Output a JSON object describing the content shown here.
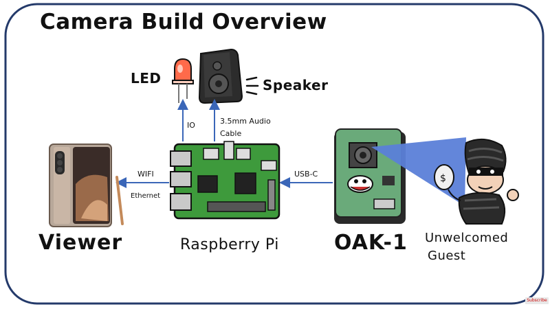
{
  "title": "Camera Build Overview",
  "nodes": {
    "led": "LED",
    "speaker": "Speaker",
    "viewer": "Viewer",
    "raspberry_pi": "Raspberry Pi",
    "oak1": "OAK-1",
    "guest_line1": "Unwelcomed",
    "guest_line2": "Guest"
  },
  "edges": {
    "io": "IO",
    "audio_line1": "3.5mm Audio",
    "audio_line2": "Cable",
    "wifi": "WIFI",
    "ethernet": "Ethernet",
    "usbc": "USB-C"
  },
  "badge": "Subscribe",
  "colors": {
    "frame_border": "#243a6a",
    "arrow": "#3a66b8",
    "board_green": "#3e9a3c",
    "cone_blue": "#5b80d8",
    "led_red": "#ff6a4a"
  }
}
